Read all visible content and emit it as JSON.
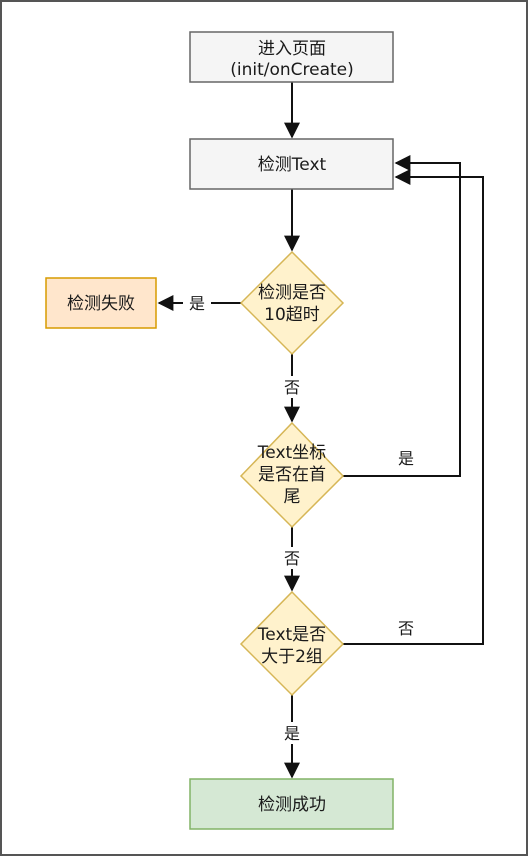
{
  "colors": {
    "start_fill": "#f5f5f5",
    "start_stroke": "#666666",
    "fail_fill": "#ffe6cc",
    "fail_stroke": "#d79b00",
    "decision_fill": "#fff2cc",
    "decision_stroke": "#d6b656",
    "success_fill": "#d5e8d4",
    "success_stroke": "#82b366",
    "edge": "#111111"
  },
  "nodes": {
    "enter_page": {
      "line1": "进入页面",
      "line2": "(init/onCreate)"
    },
    "detect_text": {
      "label": "检测Text"
    },
    "timeout_check": {
      "line1": "检测是否",
      "line2": "10超时"
    },
    "detect_fail": {
      "label": "检测失败"
    },
    "position_check": {
      "line1": "Text坐标",
      "line2": "是否在首",
      "line3": "尾"
    },
    "group_check": {
      "line1": "Text是否",
      "line2": "大于2组"
    },
    "detect_success": {
      "label": "检测成功"
    }
  },
  "edges": {
    "timeout_yes": "是",
    "timeout_no": "否",
    "position_yes": "是",
    "position_no": "否",
    "group_no": "否",
    "group_yes": "是"
  }
}
